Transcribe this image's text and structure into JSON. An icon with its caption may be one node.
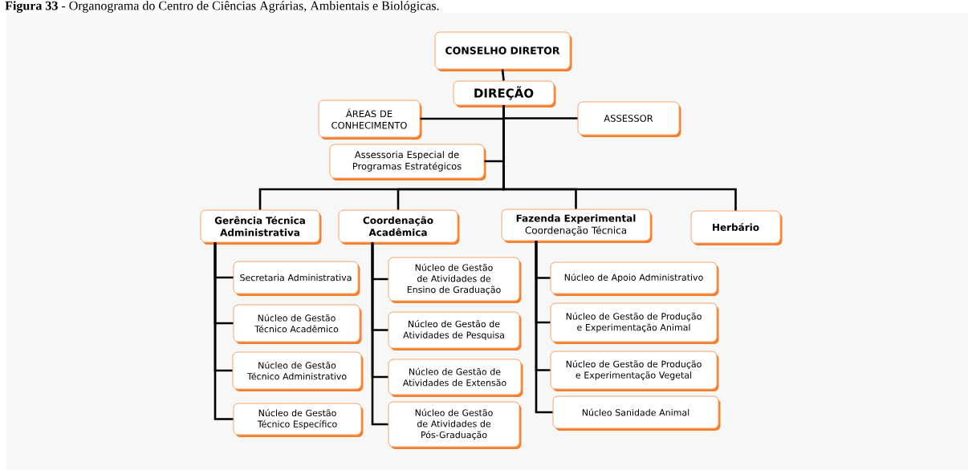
{
  "diagram": {
    "title": "**Figura 33** - Organograma do Centro de Ciências Agrárias, Ambientais e Biológicas.",
    "nodes": [
      {
        "text": [
          "CONSELHO DIRETOR"
        ]
      },
      {
        "text": [
          "DIREÇÃO"
        ]
      },
      {
        "text": [
          "ÁREAS DE CONHECIMENTO"
        ]
      },
      {
        "text": [
          "ASSESSOR"
        ]
      },
      {
        "text": [
          "Assessoria Especial de Programas Estratégicos"
        ]
      },
      {
        "text": [
          "Gerência Técnica Administrativa"
        ]
      },
      {
        "text": [
          "Coordenação Acadêmica"
        ]
      },
      {
        "text": [
          "Fazenda Experimental",
          "Coordenação Técnica"
        ]
      },
      {
        "text": [
          "Herbário"
        ]
      },
      {
        "text": [
          "Secretaria Administrativa"
        ]
      },
      {
        "text": [
          "Núcleo de Gestão Técnico Acadêmico"
        ]
      },
      {
        "text": [
          "Núcleo de Gestão Técnico Administrativo"
        ]
      },
      {
        "text": [
          "Núcleo de Gestão Técnico Específico"
        ]
      },
      {
        "text": [
          "Núcleo de Gestão de Atividades de Ensino de Graduação"
        ]
      },
      {
        "text": [
          "Núcleo de Gestão de Atividades de Pesquisa"
        ]
      },
      {
        "text": [
          "Núcleo de Gestão de Atividades de Extensão"
        ]
      },
      {
        "text": [
          "Núcleo de Gestão de Atividades de Pós-Graduação"
        ]
      },
      {
        "text": [
          "Núcleo de Apoio Administrativo"
        ]
      },
      {
        "text": [
          "Núcleo de Gestão de Produção e Experimentação Animal"
        ]
      },
      {
        "text": [
          "Núcleo de Gestão de Produção e Experimentação Vegetal"
        ]
      },
      {
        "text": [
          "Núcleo Sanidade Animal"
        ]
      }
    ],
    "edges": [
      {
        "from": 0,
        "to": 1,
        "arrow": "none"
      },
      {
        "from": 1,
        "to": 2,
        "arrow": "none"
      },
      {
        "from": 1,
        "to": 3,
        "arrow": "none"
      },
      {
        "from": 1,
        "to": 4,
        "arrow": "none"
      },
      {
        "from": 1,
        "to": 5,
        "arrow": "none"
      },
      {
        "from": 1,
        "to": 6,
        "arrow": "none"
      },
      {
        "from": 1,
        "to": 7,
        "arrow": "none"
      },
      {
        "from": 1,
        "to": 8,
        "arrow": "none"
      },
      {
        "from": 5,
        "to": 9,
        "arrow": "none"
      },
      {
        "from": 5,
        "to": 10,
        "arrow": "none"
      },
      {
        "from": 5,
        "to": 11,
        "arrow": "none"
      },
      {
        "from": 5,
        "to": 12,
        "arrow": "none"
      },
      {
        "from": 6,
        "to": 13,
        "arrow": "none"
      },
      {
        "from": 6,
        "to": 14,
        "arrow": "none"
      },
      {
        "from": 6,
        "to": 15,
        "arrow": "none"
      },
      {
        "from": 6,
        "to": 16,
        "arrow": "none"
      },
      {
        "from": 7,
        "to": 17,
        "arrow": "none"
      },
      {
        "from": 7,
        "to": 18,
        "arrow": "none"
      },
      {
        "from": 7,
        "to": 19,
        "arrow": "none"
      },
      {
        "from": 7,
        "to": 20,
        "arrow": "none"
      }
    ]
  }
}
